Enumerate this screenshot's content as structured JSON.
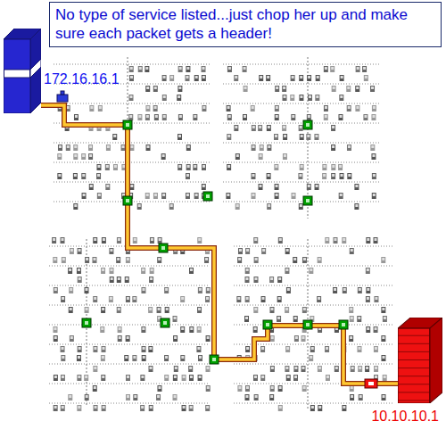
{
  "diagram": {
    "nodes": [
      {
        "text": [
          "No type of service listed...just chop her up and make sure each packet gets a header!"
        ]
      },
      {
        "text": [
          "172.16.16.1"
        ]
      },
      {
        "text": [
          "10.10.10.1"
        ]
      }
    ],
    "edges": [
      {
        "from": 1,
        "to": 2,
        "arrow": "none"
      }
    ]
  }
}
